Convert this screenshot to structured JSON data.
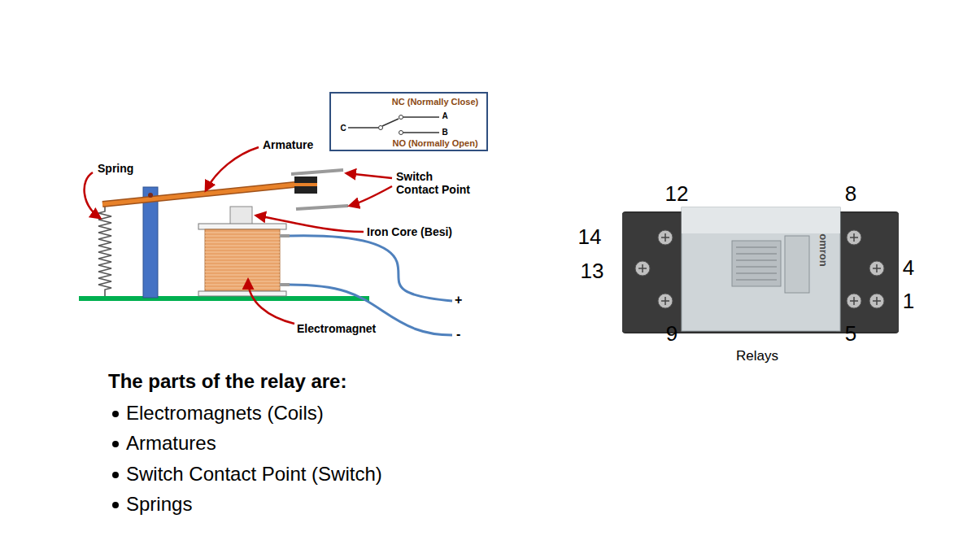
{
  "diagram": {
    "nodes": [
      {
        "text": [
          "NC (Normally Close)",
          "A",
          "C",
          "B",
          "NO (Normally Open)"
        ]
      }
    ],
    "labels": [
      "Spring",
      "Armature",
      "Switch Contact Point",
      "Iron Core (Besi)",
      "Electromagnet",
      "+",
      "-",
      "The parts of the relay are:",
      "Electromagnets (Coils)",
      "Armatures",
      "Switch Contact Point (Switch)",
      "Springs",
      "12",
      "8",
      "14",
      "13",
      "4",
      "1",
      "9",
      "5",
      "omron",
      "Relays"
    ]
  }
}
